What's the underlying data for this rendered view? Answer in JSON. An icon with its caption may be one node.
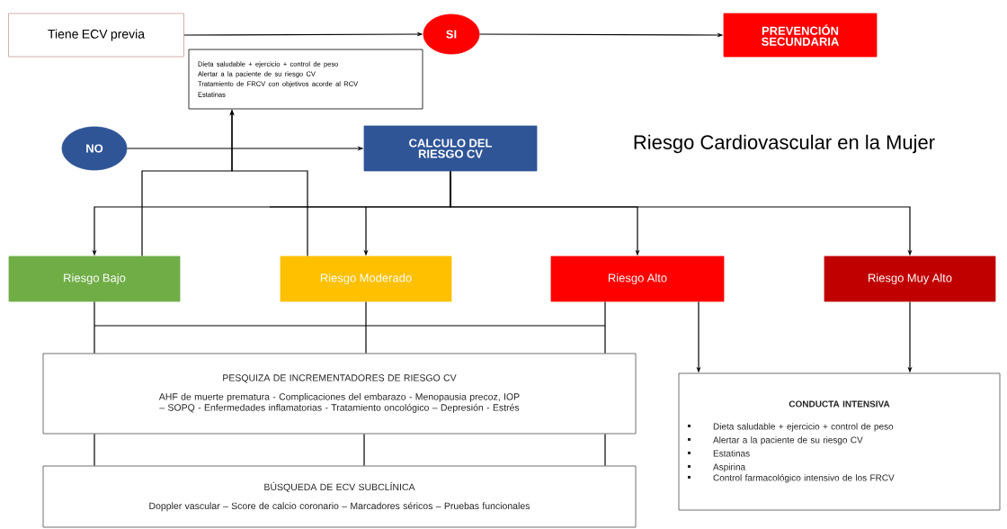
{
  "diagram": {
    "title": "Riesgo Cardiovascular en la Mujer",
    "nodes": [
      {
        "text": [
          "Tiene ECV previa"
        ]
      },
      {
        "text": [
          "SI"
        ]
      },
      {
        "text": [
          "PREVENCIÓN SECUNDARIA"
        ]
      },
      {
        "text": [
          "Dieta saludable + ejercicio + control de peso",
          "Alertar a la paciente de su riesgo CV",
          "Tratamiento de FRCV con objetivos acorde al RCV",
          "Estatinas"
        ]
      },
      {
        "text": [
          "NO"
        ]
      },
      {
        "text": [
          "CALCULO DEL RIESGO CV"
        ]
      },
      {
        "text": [
          "Riesgo Bajo"
        ]
      },
      {
        "text": [
          "Riesgo Moderado"
        ]
      },
      {
        "text": [
          "Riesgo Alto"
        ]
      },
      {
        "text": [
          "Riesgo Muy Alto"
        ]
      },
      {
        "text": [
          "PESQUIZA DE INCREMENTADORES DE RIESGO CV",
          "AHF de muerte prematura - Complicaciones del embarazo - Menopausia precoz, IOP – SOPQ - Enfermedades inflamatorias - Tratamiento oncológico – Depresión - Estrés"
        ]
      },
      {
        "text": [
          "BÚSQUEDA DE ECV SUBCLÍNICA",
          "Doppler vascular – Score de calcio coronario – Marcadores séricos – Pruebas funcionales"
        ]
      },
      {
        "text": [
          "CONDUCTA INTENSIVA",
          "Dieta saludable + ejercicio + control de peso",
          "Alertar a la paciente de su riesgo CV",
          "Estatinas",
          "Aspirina",
          "Control farmacológico intensivo de los FRCV"
        ]
      }
    ],
    "edges": [
      {
        "from": 0,
        "to": 1,
        "arrow": "to"
      },
      {
        "from": 1,
        "to": 2,
        "arrow": "to"
      },
      {
        "from": 4,
        "to": 5,
        "arrow": "to"
      },
      {
        "from": 5,
        "to": 6,
        "arrow": "to"
      },
      {
        "from": 5,
        "to": 7,
        "arrow": "to"
      },
      {
        "from": 5,
        "to": 8,
        "arrow": "to"
      },
      {
        "from": 5,
        "to": 9,
        "arrow": "to"
      },
      {
        "from": 6,
        "to": 3,
        "arrow": "to"
      },
      {
        "from": 7,
        "to": 3,
        "arrow": "to"
      },
      {
        "from": 6,
        "to": 10,
        "arrow": "none"
      },
      {
        "from": 7,
        "to": 10,
        "arrow": "none"
      },
      {
        "from": 8,
        "to": 10,
        "arrow": "none"
      },
      {
        "from": 10,
        "to": 11,
        "arrow": "none"
      },
      {
        "from": 10,
        "to": 11,
        "arrow": "none"
      },
      {
        "from": 10,
        "to": 11,
        "arrow": "none"
      },
      {
        "from": 8,
        "to": 12,
        "arrow": "to"
      },
      {
        "from": 9,
        "to": 12,
        "arrow": "to"
      }
    ]
  }
}
